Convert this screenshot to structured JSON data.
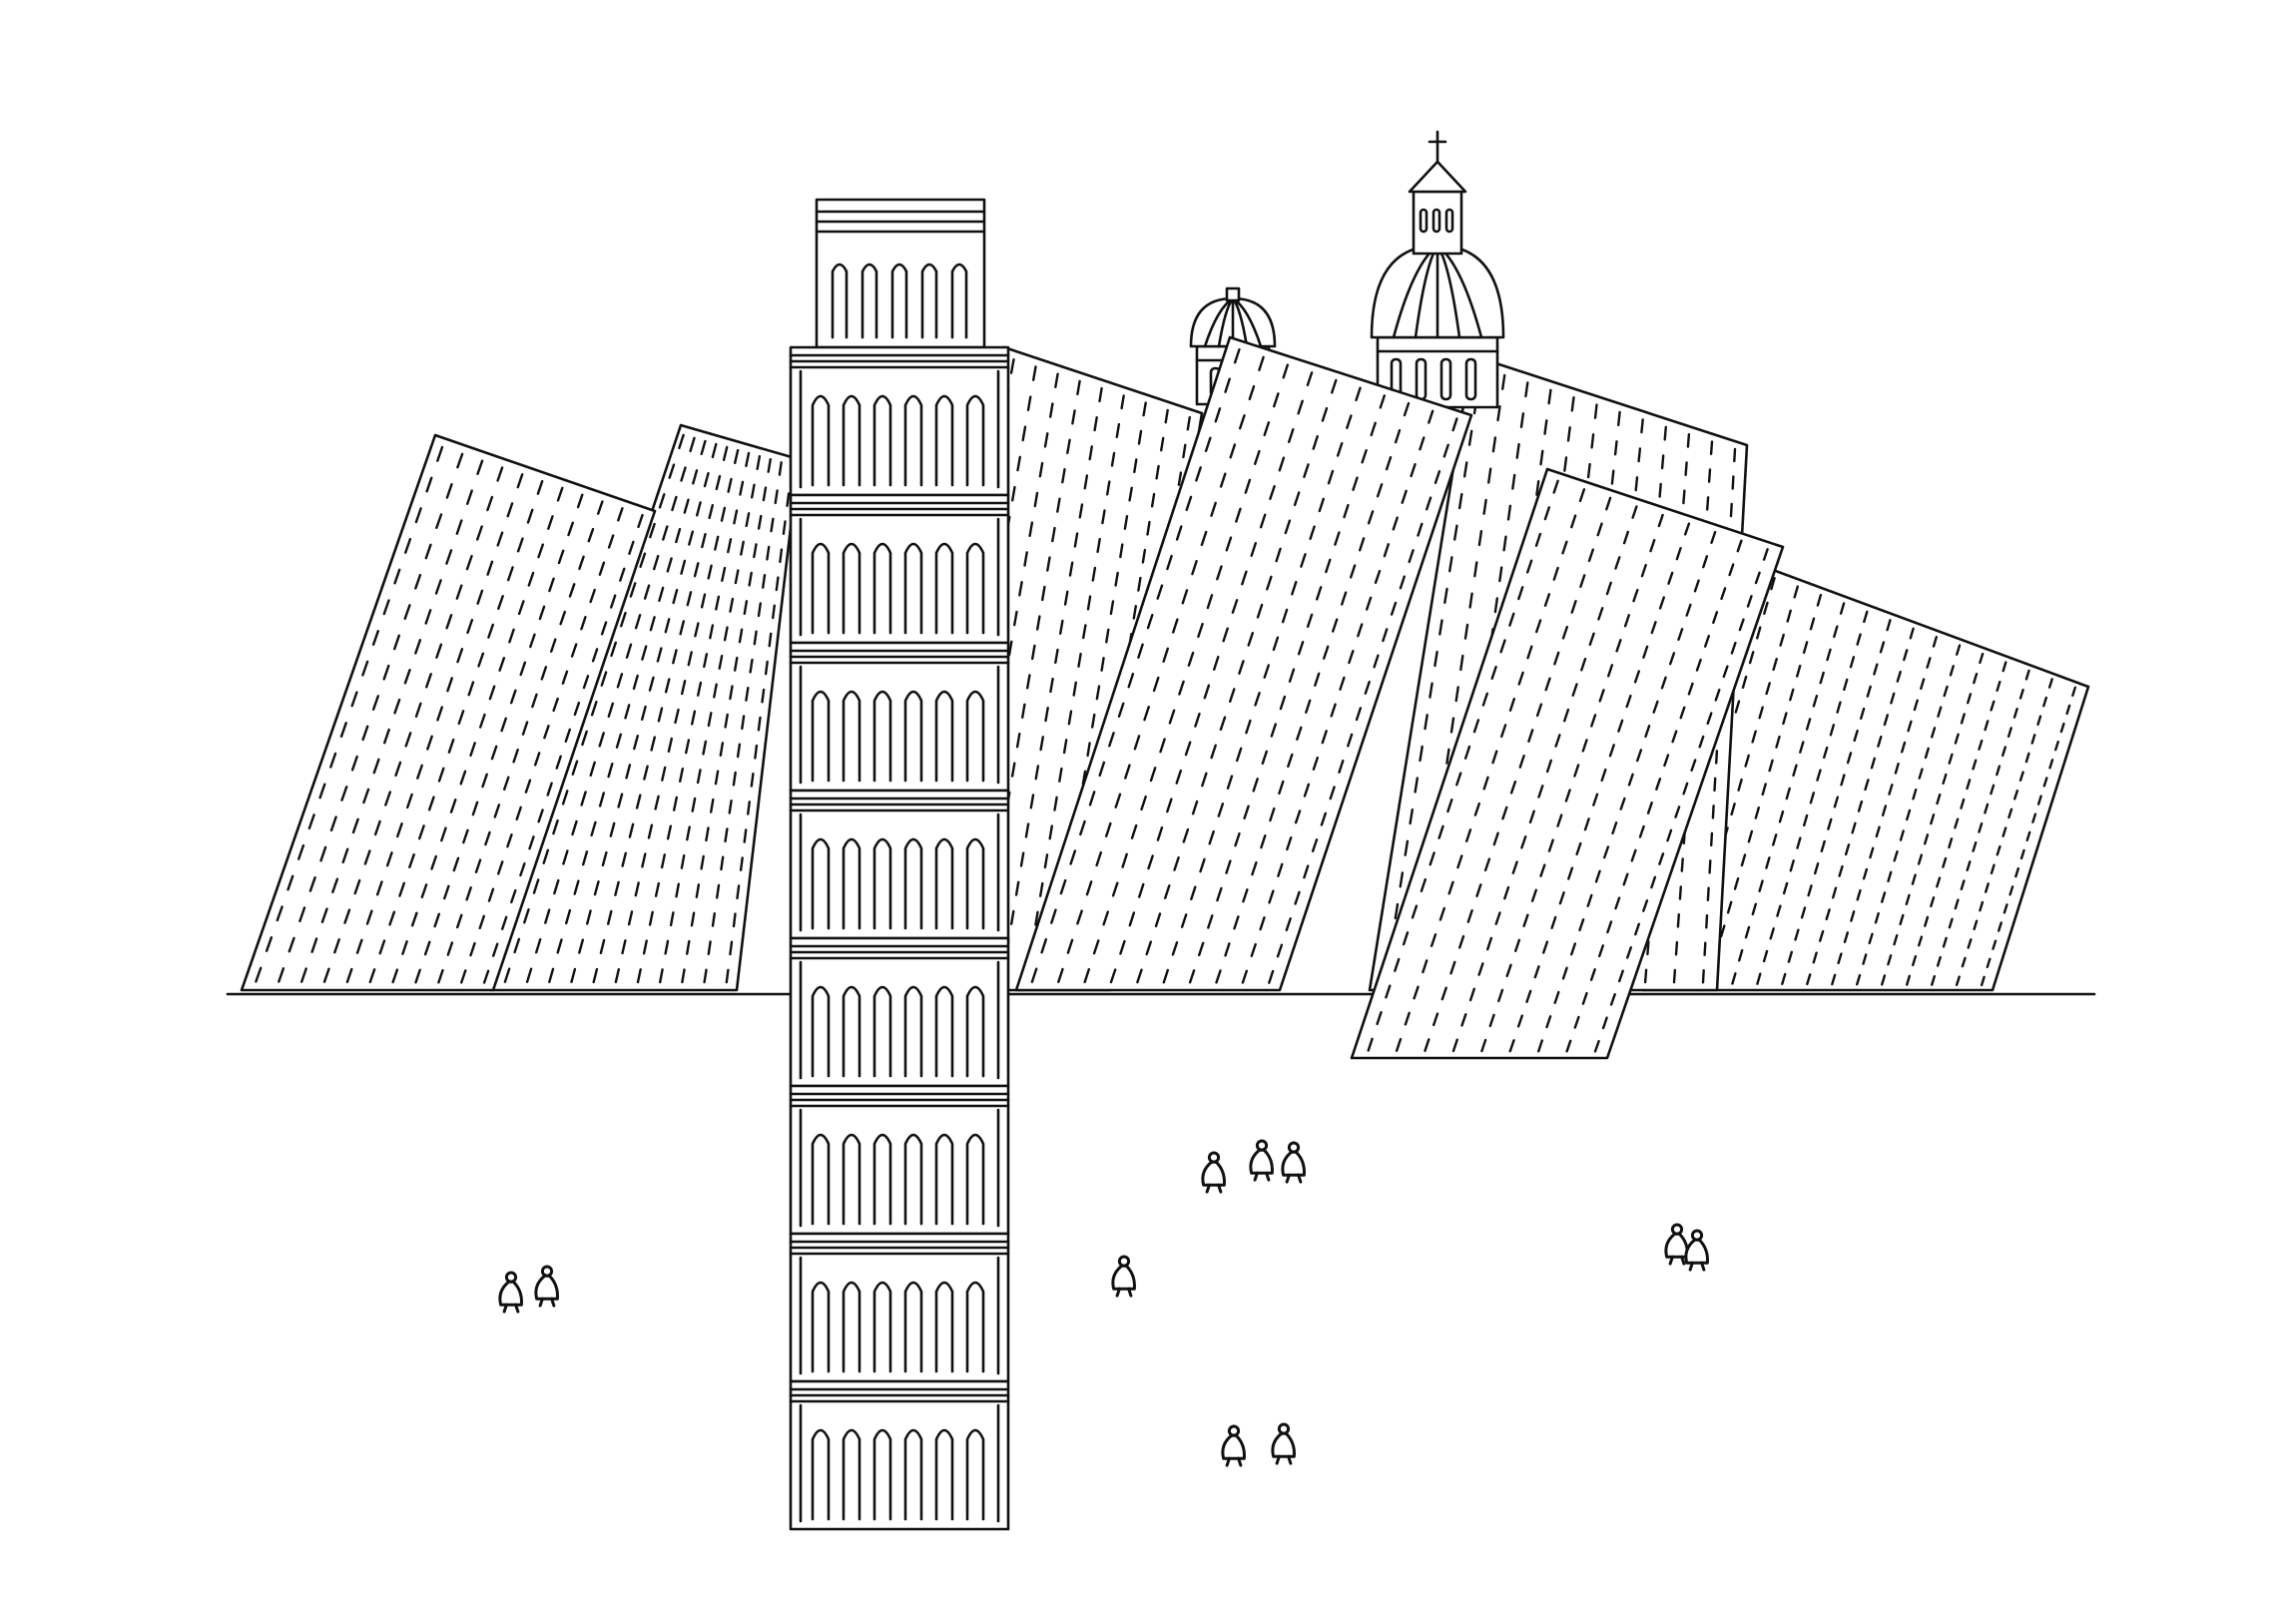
{
  "drawing": {
    "ink_color": "#111111",
    "paper_color": "#ffffff"
  },
  "tower": {
    "tiers": 8
  },
  "domes": {
    "count": 2,
    "cross_on_top": true
  },
  "people": {
    "groups": 6
  }
}
